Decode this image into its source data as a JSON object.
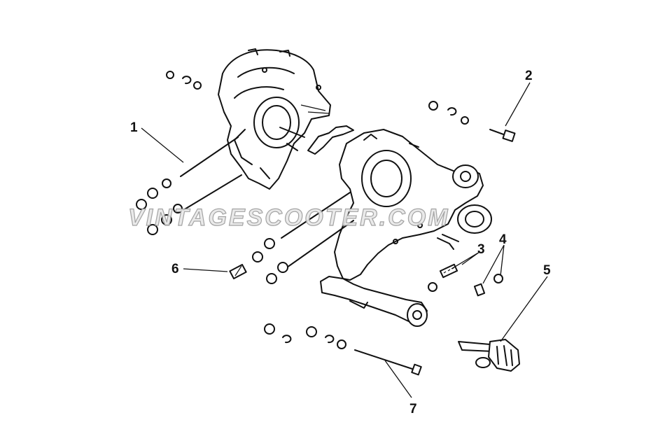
{
  "callouts": [
    {
      "id": "1",
      "label": "1"
    },
    {
      "id": "2",
      "label": "2"
    },
    {
      "id": "3",
      "label": "3"
    },
    {
      "id": "4",
      "label": "4"
    },
    {
      "id": "5",
      "label": "5"
    },
    {
      "id": "6",
      "label": "6"
    },
    {
      "id": "7",
      "label": "7"
    }
  ],
  "watermark": "VINTAGESCOOTER.COM"
}
